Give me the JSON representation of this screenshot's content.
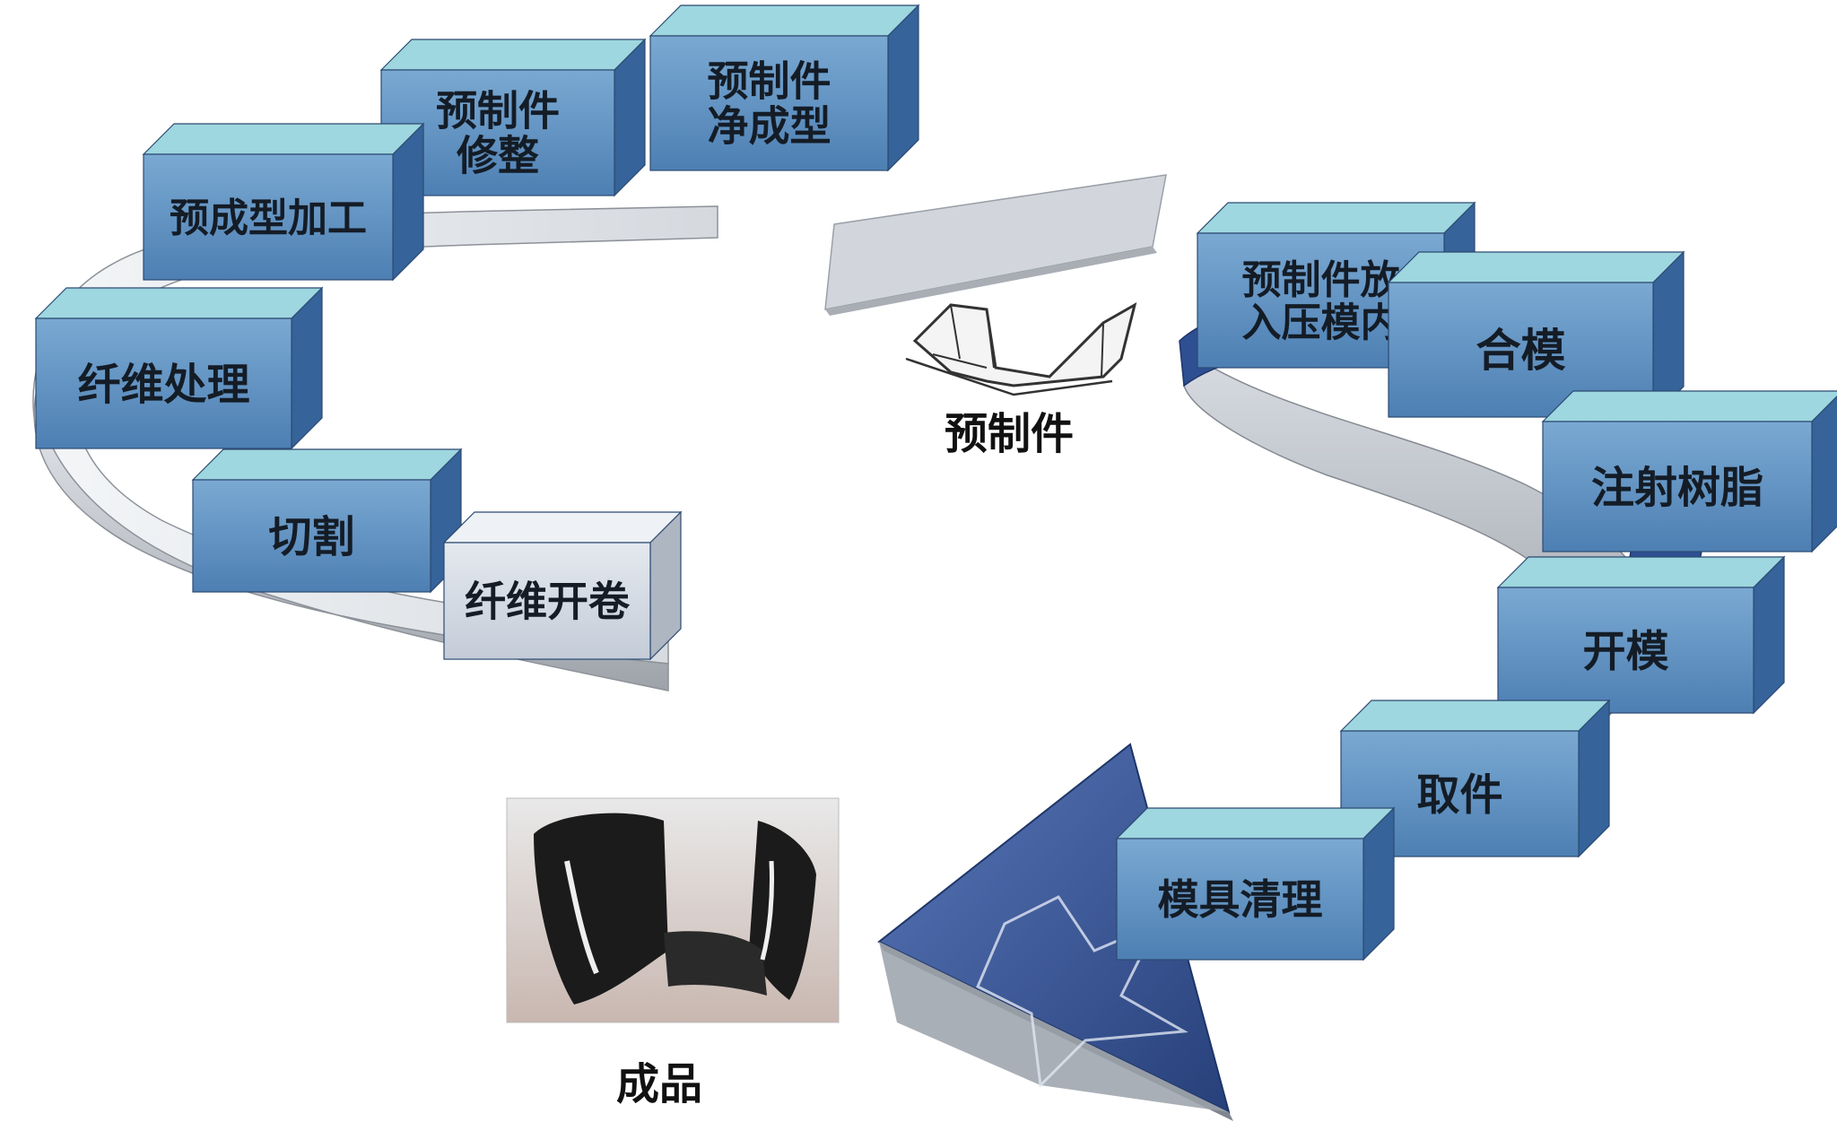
{
  "left_cycle_steps": [
    "纤维开卷",
    "切割",
    "纤维处理",
    "预成型加工",
    "预制件修整",
    "预制件净成型"
  ],
  "right_cycle_steps": [
    "预制件放入压模内",
    "合模",
    "注射树脂",
    "开模",
    "取件",
    "模具清理"
  ],
  "captions": {
    "preform": "预制件",
    "product": "成品"
  },
  "colors": {
    "box_front_blue": "#5d8fbf",
    "box_top_blue": "#9ed7df",
    "box_side_blue": "#35639a",
    "light_box_front": "#d7dee8",
    "ring_gray": "#c2c6cc",
    "arrow_dark_blue": "#3d5a9e"
  }
}
